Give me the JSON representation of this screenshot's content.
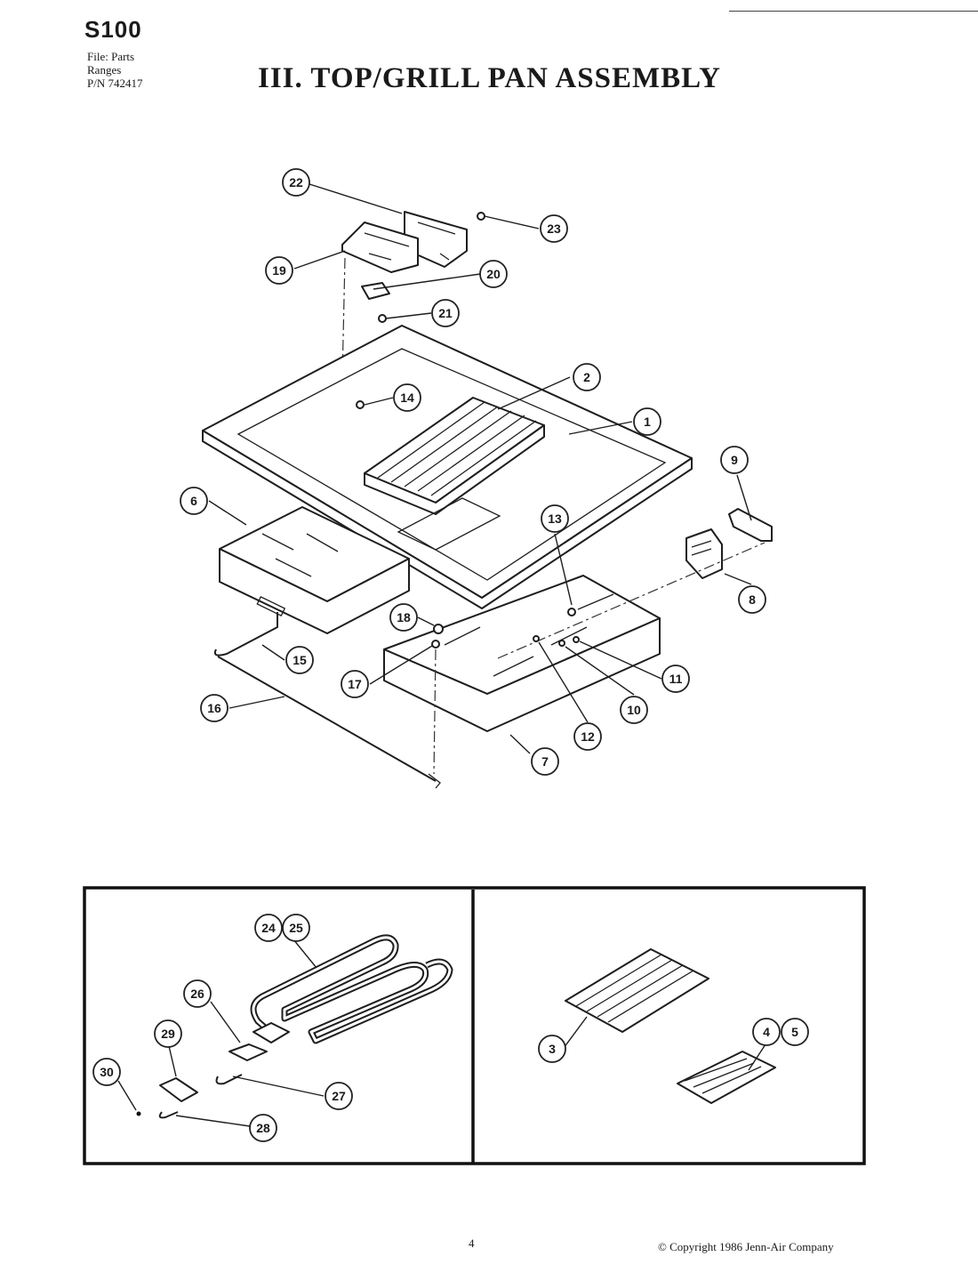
{
  "header": {
    "model": "S100",
    "file_lines": [
      "File: Parts",
      "Ranges",
      "P/N 742417"
    ],
    "title": "III. TOP/GRILL PAN ASSEMBLY"
  },
  "callouts": [
    {
      "id": "c22",
      "label": "22"
    },
    {
      "id": "c23",
      "label": "23"
    },
    {
      "id": "c19",
      "label": "19"
    },
    {
      "id": "c20",
      "label": "20"
    },
    {
      "id": "c21",
      "label": "21"
    },
    {
      "id": "c2",
      "label": "2"
    },
    {
      "id": "c14",
      "label": "14"
    },
    {
      "id": "c1",
      "label": "1"
    },
    {
      "id": "c9",
      "label": "9"
    },
    {
      "id": "c6",
      "label": "6"
    },
    {
      "id": "c13",
      "label": "13"
    },
    {
      "id": "c8",
      "label": "8"
    },
    {
      "id": "c18",
      "label": "18"
    },
    {
      "id": "c15",
      "label": "15"
    },
    {
      "id": "c11",
      "label": "11"
    },
    {
      "id": "c17",
      "label": "17"
    },
    {
      "id": "c10",
      "label": "10"
    },
    {
      "id": "c16",
      "label": "16"
    },
    {
      "id": "c12",
      "label": "12"
    },
    {
      "id": "c7",
      "label": "7"
    },
    {
      "id": "c24",
      "label": "24"
    },
    {
      "id": "c25",
      "label": "25"
    },
    {
      "id": "c26",
      "label": "26"
    },
    {
      "id": "c29",
      "label": "29"
    },
    {
      "id": "c30",
      "label": "30"
    },
    {
      "id": "c27",
      "label": "27"
    },
    {
      "id": "c28",
      "label": "28"
    },
    {
      "id": "c3",
      "label": "3"
    },
    {
      "id": "c4",
      "label": "4"
    },
    {
      "id": "c5",
      "label": "5"
    }
  ],
  "footer": {
    "page_number": "4",
    "copyright": "© Copyright 1986 Jenn-Air Company"
  }
}
